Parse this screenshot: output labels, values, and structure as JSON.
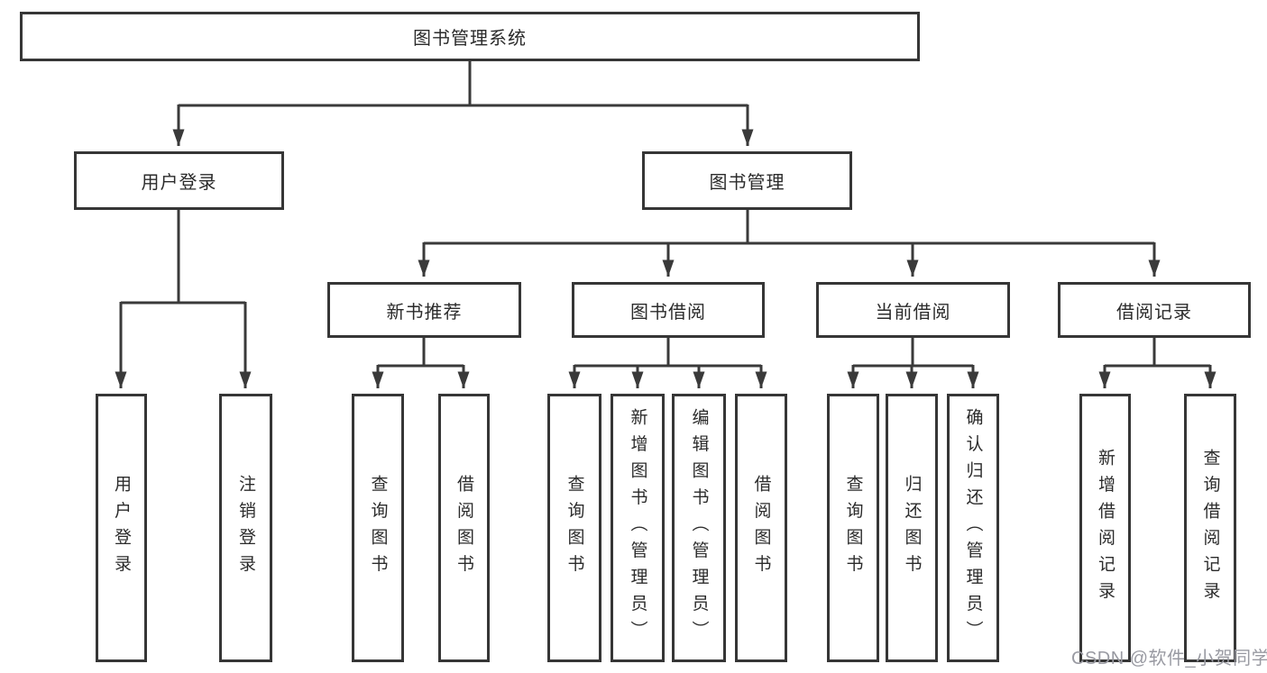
{
  "diagram": {
    "title": "图书管理系统",
    "root": {
      "label": "图书管理系统"
    },
    "level2": [
      {
        "label": "用户登录"
      },
      {
        "label": "图书管理"
      }
    ],
    "level3": [
      {
        "label": "新书推荐"
      },
      {
        "label": "图书借阅"
      },
      {
        "label": "当前借阅"
      },
      {
        "label": "借阅记录"
      }
    ],
    "leaves": [
      {
        "label": "用户登录",
        "parent": "用户登录"
      },
      {
        "label": "注销登录",
        "parent": "用户登录"
      },
      {
        "label": "查询图书",
        "parent": "新书推荐"
      },
      {
        "label": "借阅图书",
        "parent": "新书推荐"
      },
      {
        "label": "查询图书",
        "parent": "图书借阅"
      },
      {
        "label": "新增图书（管理员）",
        "parent": "图书借阅"
      },
      {
        "label": "编辑图书（管理员）",
        "parent": "图书借阅"
      },
      {
        "label": "借阅图书",
        "parent": "图书借阅"
      },
      {
        "label": "查询图书",
        "parent": "当前借阅"
      },
      {
        "label": "归还图书",
        "parent": "当前借阅"
      },
      {
        "label": "确认归还（管理员）",
        "parent": "当前借阅"
      },
      {
        "label": "新增借阅记录",
        "parent": "借阅记录"
      },
      {
        "label": "查询借阅记录",
        "parent": "借阅记录"
      }
    ]
  },
  "watermark": {
    "text": "CSDN @软件_小贺同学"
  },
  "colors": {
    "line": "#3a3a3a",
    "border": "#363636",
    "text": "#2b2b2b",
    "watermark": "#999aa2",
    "background": "#ffffff"
  }
}
